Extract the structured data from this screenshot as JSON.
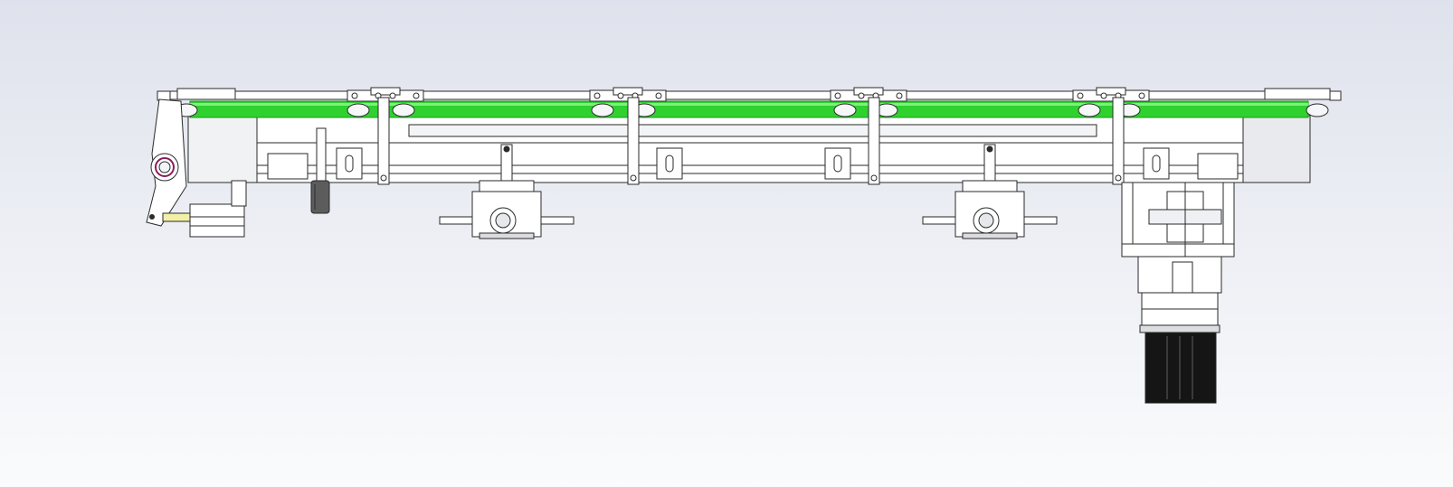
{
  "colors": {
    "background_top": "#dfe2ec",
    "background_bottom": "#fafbfc",
    "belt": "#2fd12f",
    "belt_highlight": "#7df07d",
    "belt_dark": "#1c9a1c",
    "frame_fill": "#ffffff",
    "frame_stroke": "#2a2a2a",
    "frame_shade": "#e4e6ea",
    "motor_body": "#151515",
    "motor_ribs": "#3a3a3a",
    "knob": "#5c5c5c",
    "sensor_tip": "#f2f0a6",
    "indicator_ring": "#8a1a5a"
  },
  "icons": {
    "belt": "conveyor-belt",
    "motor": "servo-motor",
    "coupling": "shaft-coupling",
    "tensioner": "belt-tensioner",
    "sensor": "proximity-sensor",
    "knob": "adjustment-knob",
    "guide_clamp": "belt-guide-clamp",
    "valve": "pneumatic-valve-block"
  }
}
